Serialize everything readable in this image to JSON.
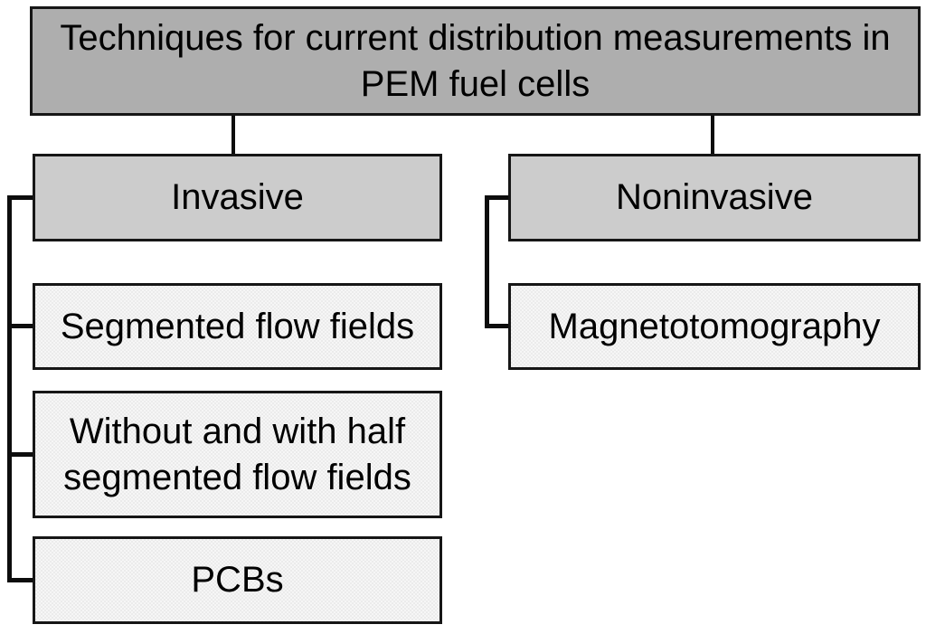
{
  "diagram": {
    "title_node": {
      "label": "Techniques for current distribution measurements in PEM fuel cells"
    },
    "branches": [
      {
        "label": "Invasive",
        "children": [
          {
            "label": "Segmented flow fields"
          },
          {
            "label": "Without and with half segmented flow fields"
          },
          {
            "label": "PCBs"
          }
        ]
      },
      {
        "label": "Noninvasive",
        "children": [
          {
            "label": "Magnetotomography"
          }
        ]
      }
    ],
    "colors": {
      "background": "#ffffff",
      "root_fill": "#aeaeae",
      "branch_fill": "#cccccc",
      "leaf_fill": "#ebebeb",
      "border": "#161616",
      "connector": "#0d0d0d",
      "text": "#000000"
    }
  }
}
